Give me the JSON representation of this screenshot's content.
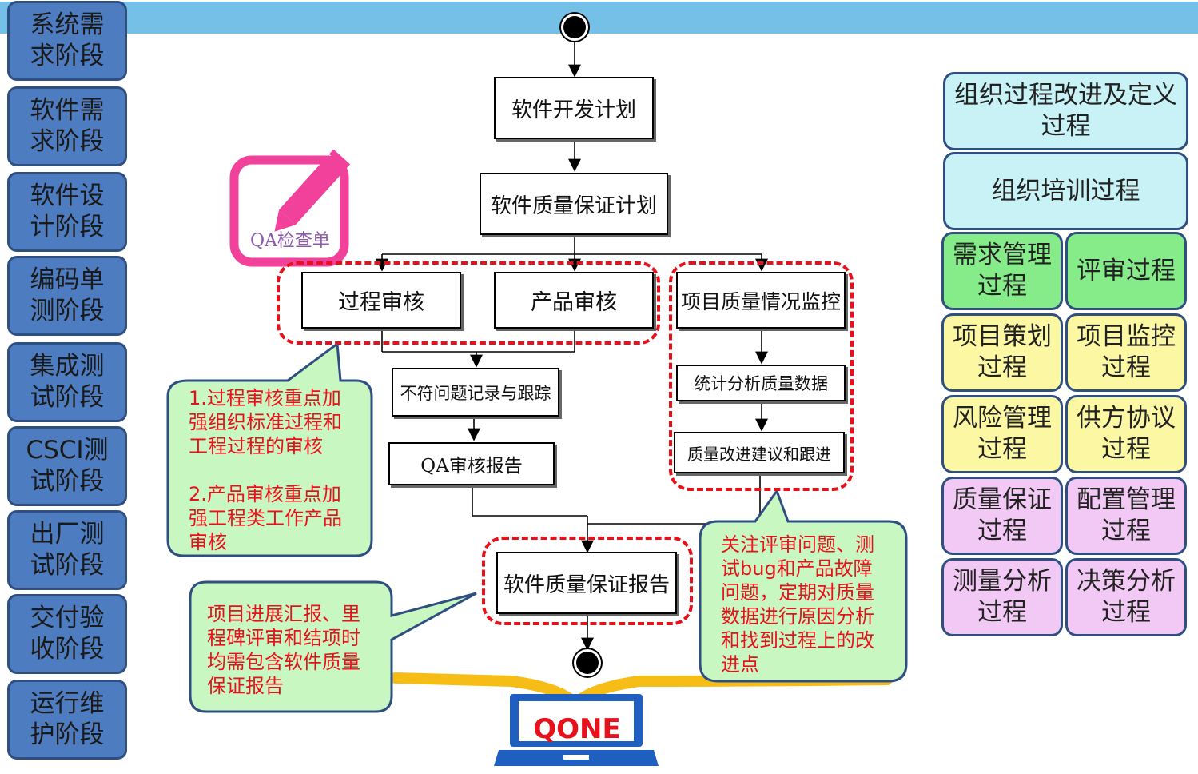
{
  "phases": [
    "系统需求阶段",
    "软件需求阶段",
    "软件设计阶段",
    "编码单测阶段",
    "集成测试阶段",
    "CSCI测试阶段",
    "出厂测试阶段",
    "交付验收阶段",
    "运行维护阶段"
  ],
  "flow": {
    "plan_dev": "软件开发计划",
    "plan_qa": "软件质量保证计划",
    "process_audit": "过程审核",
    "product_audit": "产品审核",
    "monitor": "项目质量情况监控",
    "stats": "统计分析质量数据",
    "improve": "质量改进建议和跟进",
    "issue_track": "不符问题记录与跟踪",
    "qa_report": "QA审核报告",
    "final_report": "软件质量保证报告"
  },
  "qa_checklist_label": "QA检查单",
  "callouts": {
    "audit_note": [
      "1.过程审核重点加",
      "强组织标准过程和",
      "工程过程的审核",
      "",
      "2.产品审核重点加",
      "强工程类工作产品",
      "审核"
    ],
    "report_note": [
      "项目进展汇报、里",
      "程碑评审和结项时",
      "均需包含软件质量",
      "保证报告"
    ],
    "monitor_note": [
      "关注评审问题、测",
      "试bug和产品故障",
      "问题，定期对质量",
      "数据进行原因分析",
      "和找到过程上的改",
      "进点"
    ]
  },
  "processes": {
    "org_improve": "组织过程改进及定义过程",
    "org_training": "组织培训过程",
    "grid": [
      {
        "label": "需求管理过程",
        "color": "green"
      },
      {
        "label": "评审过程",
        "color": "green"
      },
      {
        "label": "项目策划过程",
        "color": "yellow"
      },
      {
        "label": "项目监控过程",
        "color": "yellow"
      },
      {
        "label": "风险管理过程",
        "color": "yellow"
      },
      {
        "label": "供方协议过程",
        "color": "yellow"
      },
      {
        "label": "质量保证过程",
        "color": "pink"
      },
      {
        "label": "配置管理过程",
        "color": "pink"
      },
      {
        "label": "测量分析过程",
        "color": "pink"
      },
      {
        "label": "决策分析过程",
        "color": "pink"
      }
    ]
  },
  "logo_text": "QONE",
  "colors": {
    "topbar": "#74c0e6",
    "phase_fill": "#4e7cc0",
    "dashed_red": "#e8111b",
    "callout_fill": "#c9f7c2",
    "callout_text": "#e8111b",
    "pencil_pink": "#f1419b",
    "book_yellow": "#f7bd17",
    "laptop_blue": "#1f5fbf"
  }
}
